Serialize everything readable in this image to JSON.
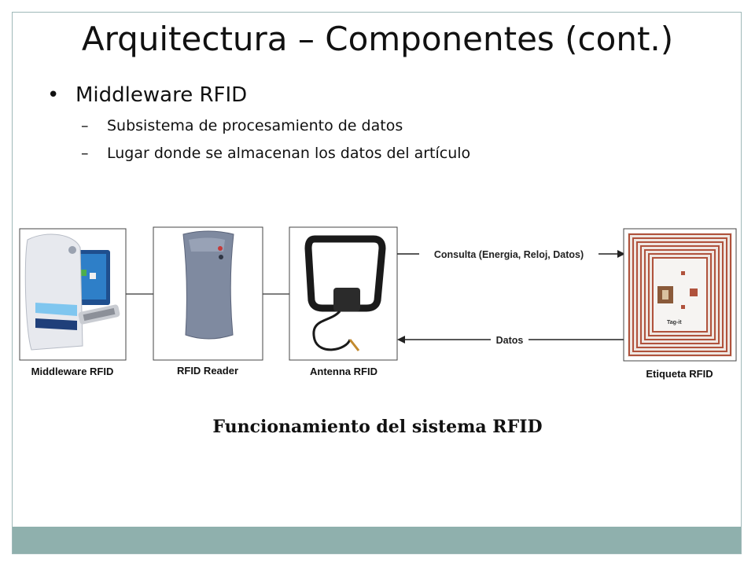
{
  "slide": {
    "title": "Arquitectura – Componentes (cont.)",
    "bullet": {
      "marker": "•",
      "text": "Middleware RFID"
    },
    "sub_bullets": [
      {
        "marker": "–",
        "text": "Subsistema de procesamiento de datos"
      },
      {
        "marker": "–",
        "text": "Lugar donde se almacenan los datos del artículo"
      }
    ]
  },
  "diagram": {
    "components": [
      {
        "label": "Middleware RFID",
        "icon": "computer-icon"
      },
      {
        "label": "RFID Reader",
        "icon": "rfid-reader-icon"
      },
      {
        "label": "Antenna RFID",
        "icon": "antenna-icon"
      },
      {
        "label": "Etiqueta RFID",
        "icon": "rfid-tag-icon"
      }
    ],
    "arrows": {
      "query_label": "Consulta (Energia, Reloj, Datos)",
      "data_label": "Datos"
    },
    "tag_brand": "Tag-it",
    "caption": "Funcionamiento del sistema RFID"
  },
  "colors": {
    "footer": "#8fb0ad",
    "frame_border": "#9fb9b9",
    "tag_coil": "#b0523c",
    "reader_body": "#7f8aa0"
  }
}
